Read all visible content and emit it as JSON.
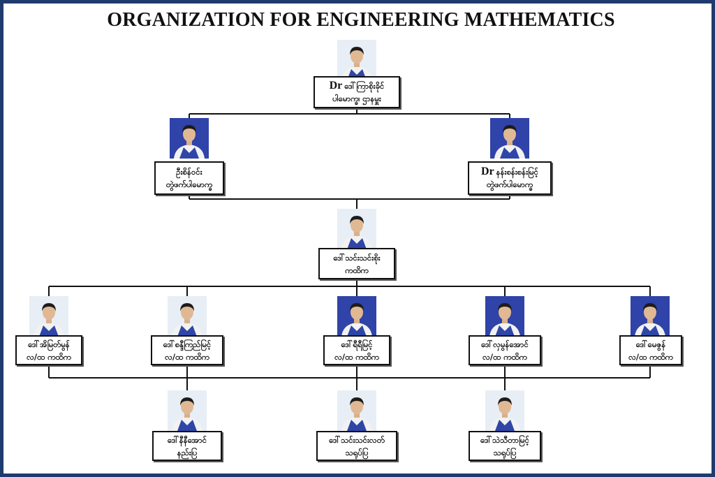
{
  "title": "ORGANIZATION FOR ENGINEERING MATHEMATICS",
  "colors": {
    "frame": "#1f3a6e",
    "line": "#111111",
    "photo_blue": "#2f43a8",
    "photo_light": "#e8eef5"
  },
  "nodes": {
    "head": {
      "prefix": "Dr",
      "name": "ဒေါ်ကြာစိုးခိုင်",
      "role": "ပါမောက္ခ၊ ဌာနမှူး",
      "photo_bg": "light"
    },
    "assoc_left": {
      "prefix": "",
      "name": "ဦးစိန်ဝင်း",
      "role": "တွဲဖက်ပါမောက္ခ",
      "photo_bg": "blue"
    },
    "assoc_right": {
      "prefix": "Dr",
      "name": "နန်းစန်းစန်းမြင့်",
      "role": "တွဲဖက်ပါမောက္ခ",
      "photo_bg": "blue"
    },
    "lecturer": {
      "prefix": "",
      "name": "ဒေါ်သင်းသင်းစိုး",
      "role": "ကထိက",
      "photo_bg": "light"
    },
    "al1": {
      "prefix": "",
      "name": "ဒေါ်အိမြတ်မွန်",
      "role": "လ/ထ ကထိက",
      "photo_bg": "light"
    },
    "al2": {
      "prefix": "",
      "name": "ဒေါ်စန္ဒီကြည်မြင့်",
      "role": "လ/ထ ကထိက",
      "photo_bg": "light"
    },
    "al3": {
      "prefix": "",
      "name": "ဒေါ်ရီရီမြင့်",
      "role": "လ/ထ ကထိက",
      "photo_bg": "blue"
    },
    "al4": {
      "prefix": "",
      "name": "ဒေါ်လှမွန်အောင်",
      "role": "လ/ထ ကထိက",
      "photo_bg": "blue"
    },
    "al5": {
      "prefix": "",
      "name": "ဒေါ်မေဇွန်",
      "role": "လ/ထ ကထိက",
      "photo_bg": "blue"
    },
    "t1": {
      "prefix": "",
      "name": "ဒေါ်နီနီအောင်",
      "role": "နည်းပြ",
      "photo_bg": "light"
    },
    "t2": {
      "prefix": "",
      "name": "ဒေါ်သင်းသင်းလတ်",
      "role": "သရုပ်ပြ",
      "photo_bg": "light"
    },
    "t3": {
      "prefix": "",
      "name": "ဒေါ်သဲသီတာမြင့်",
      "role": "သရုပ်ပြ",
      "photo_bg": "light"
    }
  }
}
